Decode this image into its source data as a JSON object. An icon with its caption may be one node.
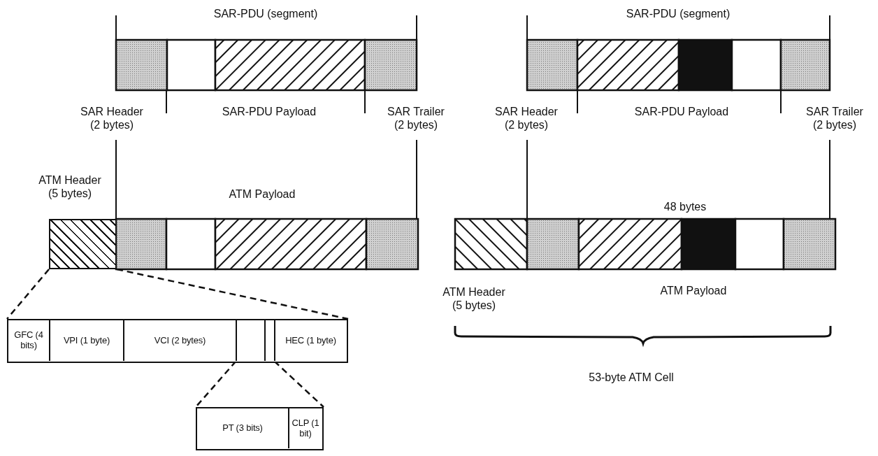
{
  "diagram": {
    "nodes": [
      {
        "text": [],
        "shape": "box"
      },
      {
        "text": [],
        "shape": "box"
      },
      {
        "text": [
          "GFC (4 bits)"
        ],
        "in": 1
      },
      {
        "text": [
          "VPI (1 byte)"
        ],
        "in": 1
      },
      {
        "text": [
          "VCI (2 bytes)"
        ],
        "in": 1
      },
      {
        "text": [],
        "shape": "box",
        "in": 1
      },
      {
        "text": [],
        "shape": "box",
        "in": 1
      },
      {
        "text": [
          "HEC (1 byte)"
        ],
        "in": 1
      },
      {
        "text": [],
        "shape": "box"
      },
      {
        "text": [
          "PT (3 bits)"
        ],
        "in": 8
      },
      {
        "text": [
          "CLP (1 bit)"
        ],
        "in": 8
      }
    ],
    "edges": [
      {
        "from": 0,
        "to": 1,
        "arrow": "none",
        "style": "dashed"
      },
      {
        "from": 0,
        "to": 1,
        "arrow": "none",
        "style": "dashed"
      },
      {
        "from": 5,
        "to": 8,
        "arrow": "none",
        "style": "dashed"
      },
      {
        "from": 6,
        "to": 8,
        "arrow": "none",
        "style": "dashed"
      }
    ],
    "labels": [
      "SAR-PDU (segment)",
      "SAR-PDU (segment)",
      "SAR Header (2 bytes)",
      "SAR-PDU Payload",
      "SAR Trailer (2 bytes)",
      "SAR Header (2 bytes)",
      "SAR-PDU Payload",
      "SAR Trailer (2 bytes)",
      "ATM Header (5 bytes)",
      "ATM Payload",
      "48 bytes",
      "ATM Header (5 bytes)",
      "ATM Payload",
      "53-byte ATM Cell"
    ]
  }
}
